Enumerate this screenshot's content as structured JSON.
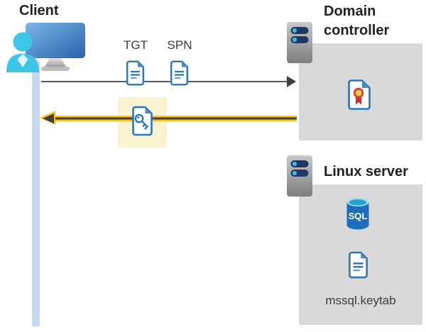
{
  "diagram": {
    "client": {
      "label": "Client"
    },
    "tickets": {
      "tgt_label": "TGT",
      "spn_label": "SPN"
    },
    "domain_controller": {
      "title_line1": "Domain",
      "title_line2": "controller"
    },
    "linux_server": {
      "title": "Linux server",
      "database_label": "SQL",
      "keytab_label": "mssql.keytab"
    },
    "icons": {
      "client": "user-at-monitor-icon",
      "server": "server-stack-icon",
      "ticket": "document-icon",
      "key_ticket": "document-key-icon",
      "certificate": "document-certificate-icon",
      "database": "sql-database-icon",
      "keytab_file": "document-icon"
    },
    "colors": {
      "doc_blue": "#2e75b6",
      "doc_fold": "#4a89c8",
      "highlight_cream": "#faf3d2",
      "arrow_yellow": "#fec310",
      "arrow_dark": "#3f3f3f",
      "request_line_gray": "#595959",
      "box_gray": "#d9d9d9",
      "timeline_blue": "#c3d9f3",
      "server_bar_navy": "#1f3864",
      "server_dot_cyan": "#3eb7e8",
      "sql_body_blue": "#1b6fbc",
      "sql_top_cyan": "#1fa2cc",
      "person_cyan": "#3ec6e9",
      "cert_red": "#e13a36",
      "cert_yellow": "#ffd04a"
    }
  }
}
